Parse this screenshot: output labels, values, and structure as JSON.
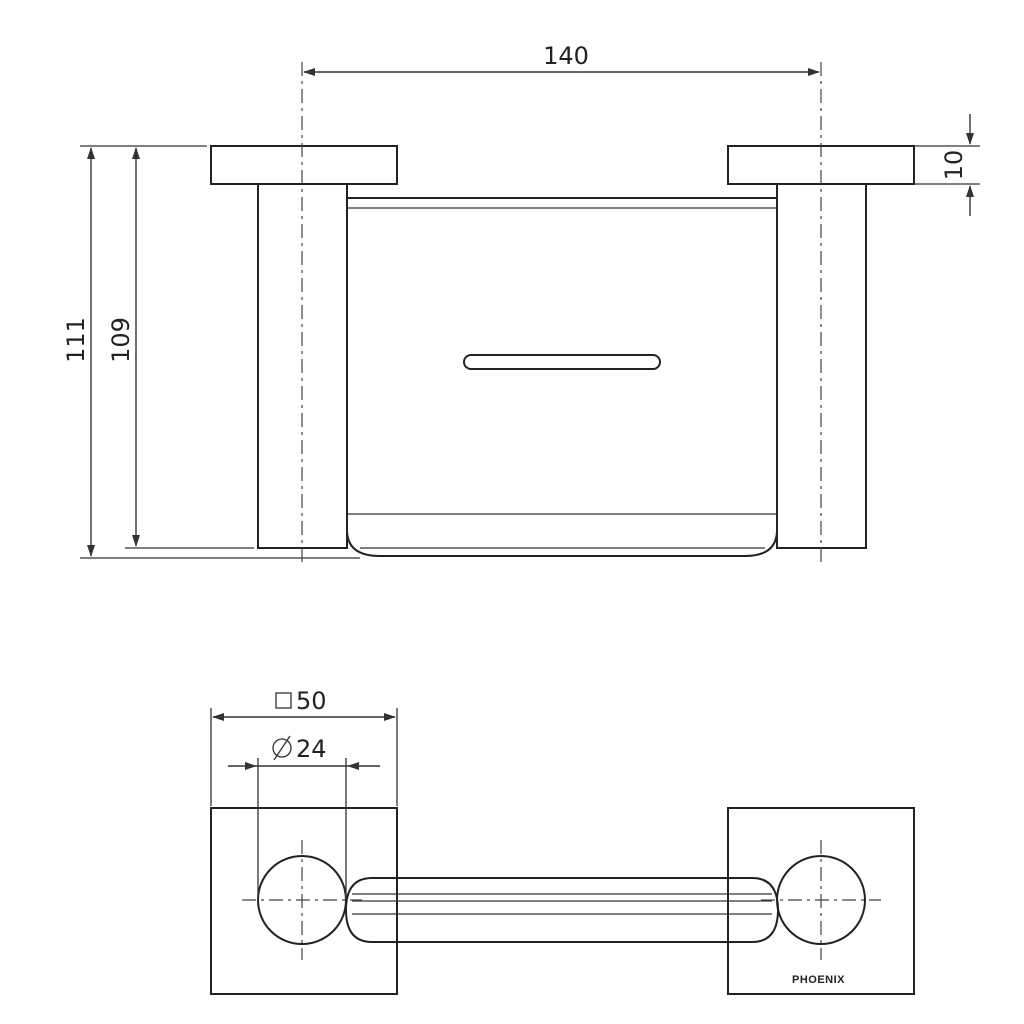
{
  "dimensions": {
    "overall_width": "140",
    "flange_thickness": "10",
    "overall_height": "111",
    "basket_height": "109",
    "square_flange": "50",
    "tube_diameter": "24"
  },
  "symbols": {
    "square": "square-symbol",
    "diameter": "diameter-symbol"
  },
  "branding": {
    "logo_text": "PHOENIX"
  },
  "colors": {
    "line": "#222222",
    "background": "#ffffff"
  }
}
